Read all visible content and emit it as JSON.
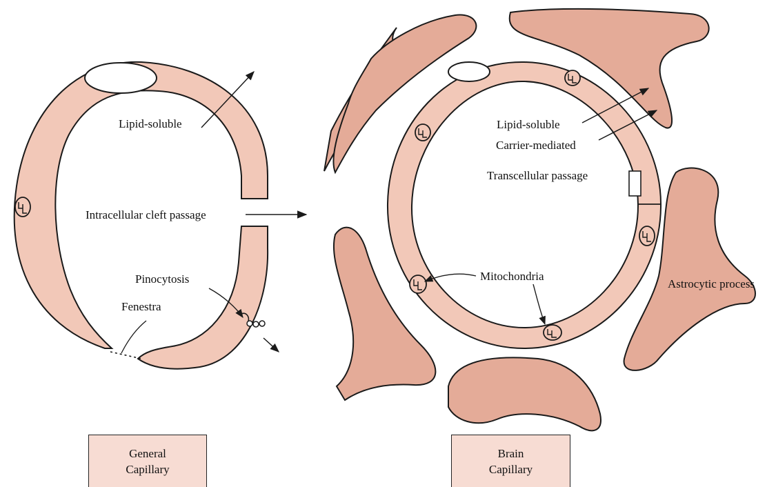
{
  "colors": {
    "endothelium": "#f2c8b8",
    "astrocyte": "#e4ab98",
    "outline": "#1a1a1a",
    "box_fill": "#f7dcd3"
  },
  "labels": {
    "lipid_soluble_general": "Lipid-soluble",
    "intracellular_cleft": "Intracellular cleft passage",
    "pinocytosis": "Pinocytosis",
    "fenestra": "Fenestra",
    "lipid_soluble_brain": "Lipid-soluble",
    "carrier_mediated": "Carrier-mediated",
    "transcellular": "Transcellular passage",
    "mitochondria": "Mitochondria",
    "astrocytic_process": "Astrocytic process"
  },
  "captions": {
    "general": [
      "General",
      "Capillary"
    ],
    "brain": [
      "Brain",
      "Capillary"
    ]
  }
}
